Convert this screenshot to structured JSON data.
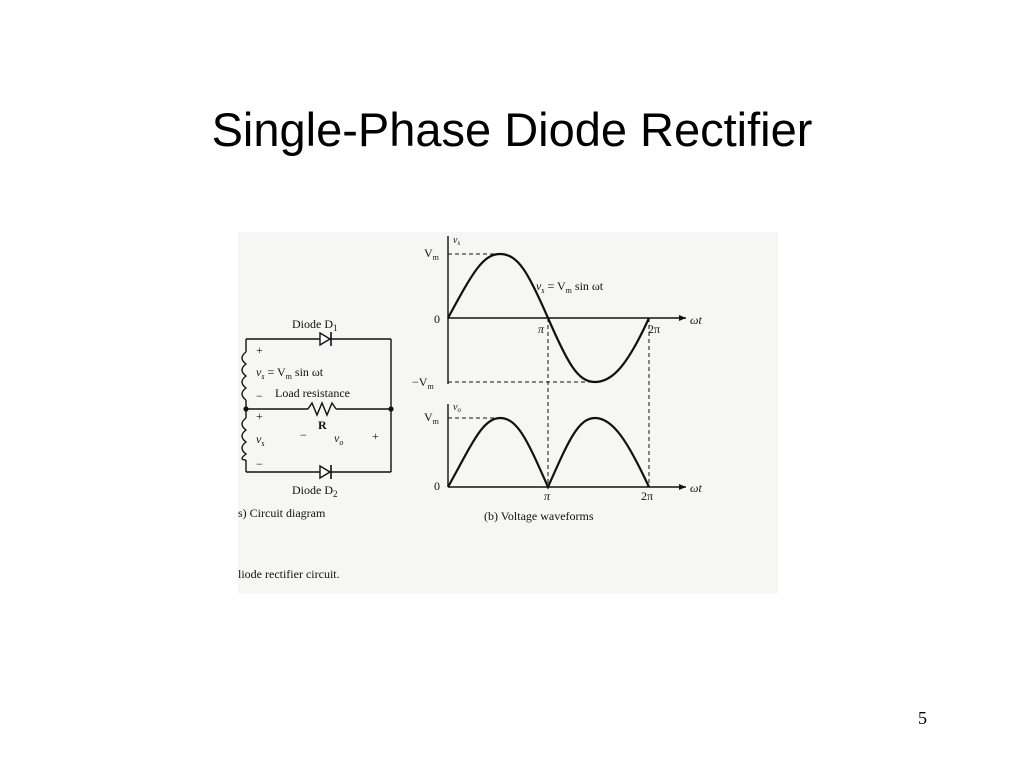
{
  "slide": {
    "title": "Single-Phase Diode Rectifier",
    "page_number": "5"
  },
  "circuit": {
    "diode_top_label": "Diode D",
    "diode_top_sub": "1",
    "diode_bottom_label": "Diode D",
    "diode_bottom_sub": "2",
    "source_eq_prefix": "v",
    "source_eq_sub": "s",
    "source_eq_mid": " = V",
    "source_eq_sub2": "m",
    "source_eq_suffix": " sin ωt",
    "load_label": "Load resistance",
    "resistor_label": "R",
    "vs_label": "v",
    "vs_sub": "s",
    "vo_label": "v",
    "vo_sub": "o",
    "plus": "+",
    "minus": "−",
    "caption": "s) Circuit diagram"
  },
  "waveforms": {
    "top_y_axis": "v",
    "top_y_axis_sub": "s",
    "top_vm": "V",
    "top_vm_sub": "m",
    "top_zero": "0",
    "top_neg_vm": "−V",
    "top_neg_vm_sub": "m",
    "top_eq_prefix": "v",
    "top_eq_sub": "s",
    "top_eq_mid": " = V",
    "top_eq_sub2": "m",
    "top_eq_suffix": " sin ωt",
    "pi": "π",
    "two_pi": "2π",
    "wt": "ωt",
    "bottom_y_axis": "v",
    "bottom_y_axis_sub": "o",
    "bottom_vm": "V",
    "bottom_vm_sub": "m",
    "bottom_zero": "0",
    "caption": "(b) Voltage waveforms"
  },
  "figure_caption": "liode rectifier circuit."
}
